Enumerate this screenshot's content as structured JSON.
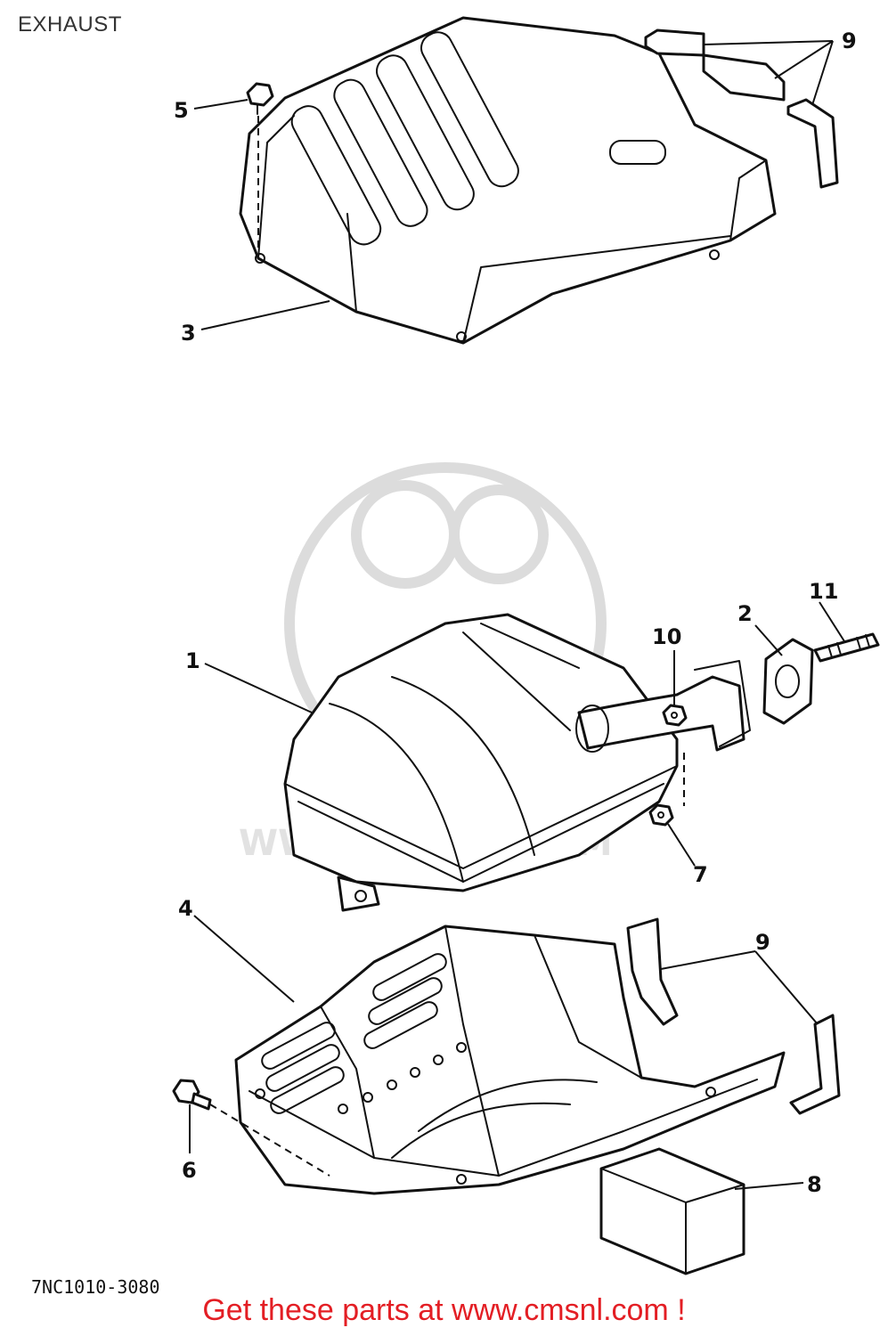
{
  "page": {
    "title": "EXHAUST",
    "drawing_code": "7NC1010-3080",
    "footer_banner": "Get these parts at www.cmsnl.com !",
    "watermark_text": "WWW.CMSNL.COM",
    "accent_color": "#e31e24"
  },
  "callouts": {
    "c1": "1",
    "c2": "2",
    "c3": "3",
    "c4": "4",
    "c5": "5",
    "c6": "6",
    "c7": "7",
    "c8": "8",
    "c9_top": "9",
    "c9_bottom": "9",
    "c10": "10",
    "c11": "11"
  }
}
